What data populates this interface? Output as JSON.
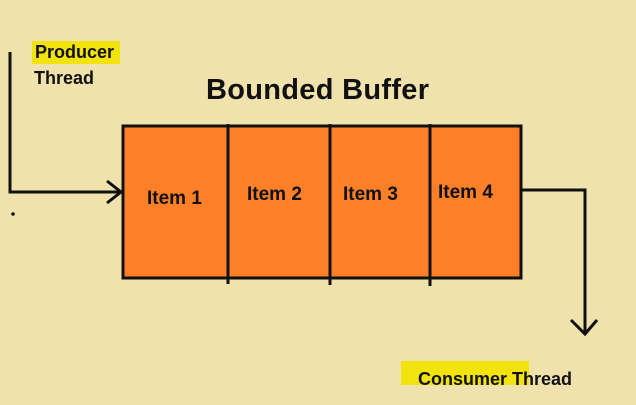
{
  "diagram": {
    "title": "Bounded Buffer",
    "producer": {
      "highlight": "Producer",
      "rest": "Thread"
    },
    "consumer": {
      "highlight": "Consumer",
      "rest": "Thread"
    },
    "items": [
      "Item 1",
      "Item 2",
      "Item 3",
      "Item 4"
    ],
    "colors": {
      "background": "#f0e2ad",
      "buffer_fill": "#fd7f28",
      "highlight": "#f2e20e",
      "stroke": "#111111"
    }
  }
}
